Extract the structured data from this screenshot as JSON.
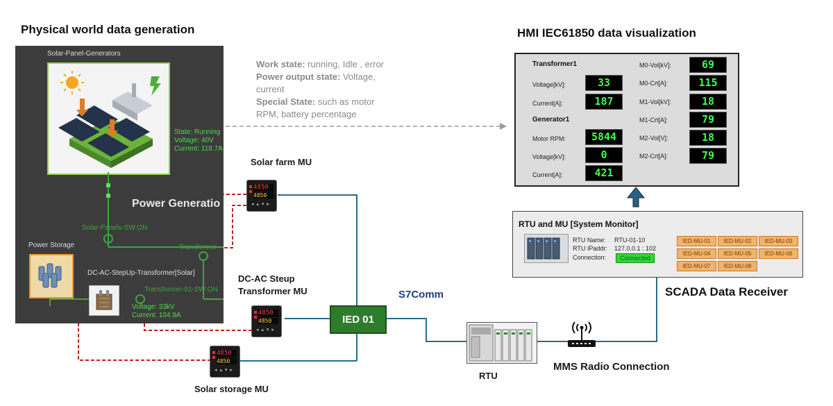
{
  "headings": {
    "physical": "Physical world data generation",
    "hmi": "HMI IEC61850 data visualization",
    "scada": "SCADA Data Receiver"
  },
  "state_info": {
    "work_key": "Work state:",
    "work_val": " running, Idle , error",
    "power_key": "Power output state:",
    "power_val1": " Voltage,",
    "power_val2": "current",
    "special_key": "Special State:",
    "special_val1": " such as motor",
    "special_val2": "RPM, battery percentage"
  },
  "panel": {
    "title": "Solar-Panel-Generators",
    "state": "State: Running",
    "voltage": "Voltage: 40V",
    "current": "Current: 118.7A",
    "power_gen": "Power Generatio",
    "solar_sw": "Solar-Panels-SW:ON",
    "transformer_cut": "Transformer",
    "power_storage": "Power Storage",
    "stepup": "DC-AC-StepUp-Transformer[Solar]",
    "tr_sw": "Transformer-01-SW:ON",
    "tr_voltage": "Voltage: 33kV",
    "tr_current": "Current: 104.9A"
  },
  "mu_labels": {
    "solar_farm": "Solar farm MU",
    "dcac_1": "DC-AC Steup",
    "dcac_2": "Transformer MU",
    "storage": "Solar storage MU"
  },
  "mu_display": {
    "line1": "4850",
    "line2": "4850",
    "keys": "◂ ▴ ▾ ▸"
  },
  "ied_label": "IED 01",
  "protocol": "S7Comm",
  "rtu_label": "RTU",
  "radio_label": "MMS Radio Connection",
  "hmi": {
    "transformer_title": "Transformer1",
    "voltage_kv": "Voltage[kV]:",
    "current_a": "Current[A]:",
    "generator_title": "Generator1",
    "motor_rpm": "Motor RPM:",
    "voltage_kv2": "Voltage[kV]:",
    "current_a2": "Current[A]:",
    "v_t": "33",
    "c_t": "187",
    "rpm": "5844",
    "v_g": "0",
    "c_g": "421",
    "right_labels": [
      "M0-Vol[kV]:",
      "M0-Crt[A]:",
      "M1-Vol[kV]:",
      "M1-Crt[A]:",
      "M2-Vol[V]:",
      "M2-Crt[A]:"
    ],
    "right_values": [
      "69",
      "115",
      "18",
      "79",
      "18",
      "79"
    ]
  },
  "monitor": {
    "title": "RTU and MU [System Monitor]",
    "rtu_name_key": "RTU Name:",
    "rtu_name_val": "RTU-01-10",
    "rtu_ip_key": "RTU IPaddr:",
    "rtu_ip_val": "127.0.0.1 : 102",
    "conn_key": "Connection:",
    "conn_val": "Connected",
    "tags": [
      "IED-MU-01",
      "IED-MU-02",
      "IED-MU-03",
      "IED-MU-04",
      "IED-MU-05",
      "IED-MU-06",
      "IED-MU-07",
      "IED-MU-08"
    ]
  },
  "colors": {
    "link_blue": "#2a6b8a",
    "dash_red": "#c0221c",
    "ied_green": "#2d7d2d",
    "panel_green_text": "#4cdc4c",
    "protocol_blue": "#1f3d7a",
    "arrow_teal": "#2a6080"
  }
}
